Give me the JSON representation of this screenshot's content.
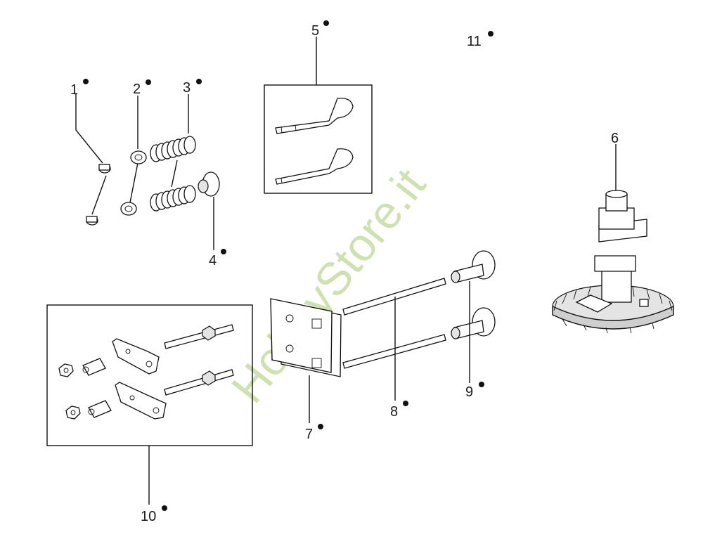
{
  "watermark": "HobbyStore.it",
  "callouts": [
    {
      "id": "1",
      "label": "1",
      "name": "callout-1"
    },
    {
      "id": "2",
      "label": "2",
      "name": "callout-2"
    },
    {
      "id": "3",
      "label": "3",
      "name": "callout-3"
    },
    {
      "id": "4",
      "label": "4",
      "name": "callout-4"
    },
    {
      "id": "5",
      "label": "5",
      "name": "callout-5"
    },
    {
      "id": "6",
      "label": "6",
      "name": "callout-6"
    },
    {
      "id": "7",
      "label": "7",
      "name": "callout-7"
    },
    {
      "id": "8",
      "label": "8",
      "name": "callout-8"
    },
    {
      "id": "9",
      "label": "9",
      "name": "callout-9"
    },
    {
      "id": "10",
      "label": "10",
      "name": "callout-10"
    },
    {
      "id": "11",
      "label": "11",
      "name": "callout-11"
    }
  ]
}
